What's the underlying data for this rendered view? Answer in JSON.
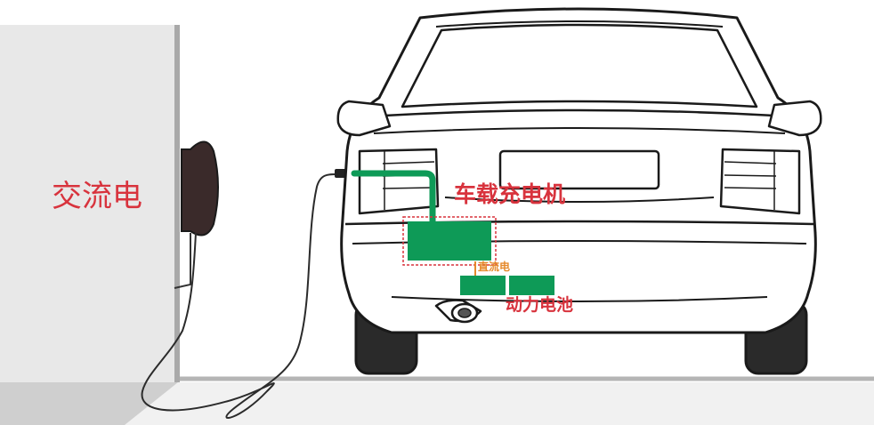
{
  "labels": {
    "ac": "交流电",
    "onboard_charger": "车载充电机",
    "dc": "直流电",
    "power_battery": "动力电池"
  },
  "colors": {
    "label_red": "#d8333d",
    "dc_orange": "#e58a2c",
    "component_green": "#0e9a57",
    "wall_gray": "#e9e9e9",
    "outline": "#1a1a1a"
  }
}
